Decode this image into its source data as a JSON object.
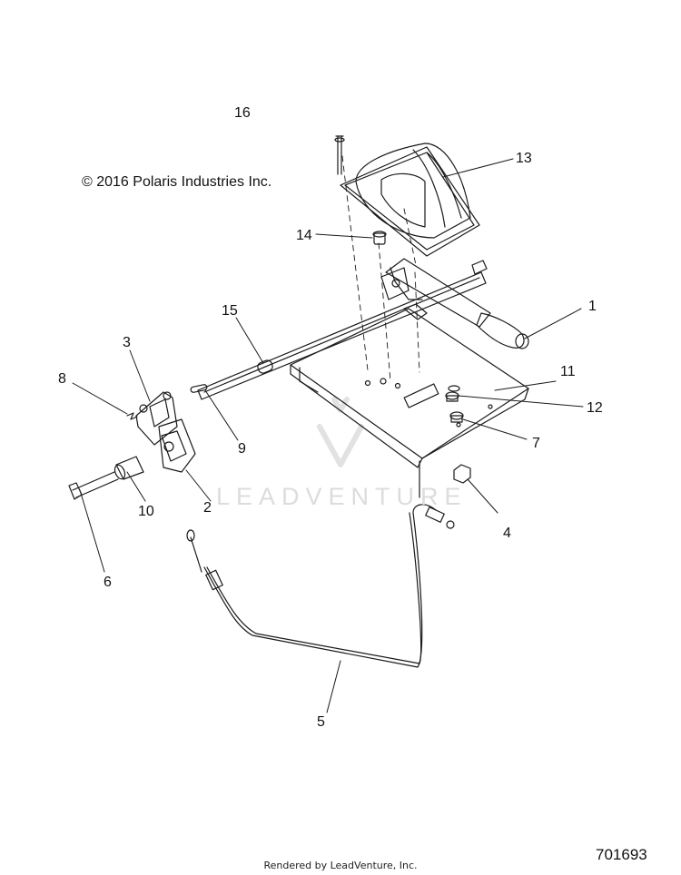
{
  "copyright": "© 2016 Polaris Industries Inc.",
  "watermark": "LEADVENTURE",
  "footer": "Rendered by LeadVenture, Inc.",
  "doc_id": "701693",
  "callouts": {
    "c1": "1",
    "c2": "2",
    "c3": "3",
    "c4": "4",
    "c5": "5",
    "c6": "6",
    "c7": "7",
    "c8": "8",
    "c9": "9",
    "c10": "10",
    "c11": "11",
    "c12": "12",
    "c13": "13",
    "c14": "14",
    "c15": "15",
    "c16": "16"
  }
}
